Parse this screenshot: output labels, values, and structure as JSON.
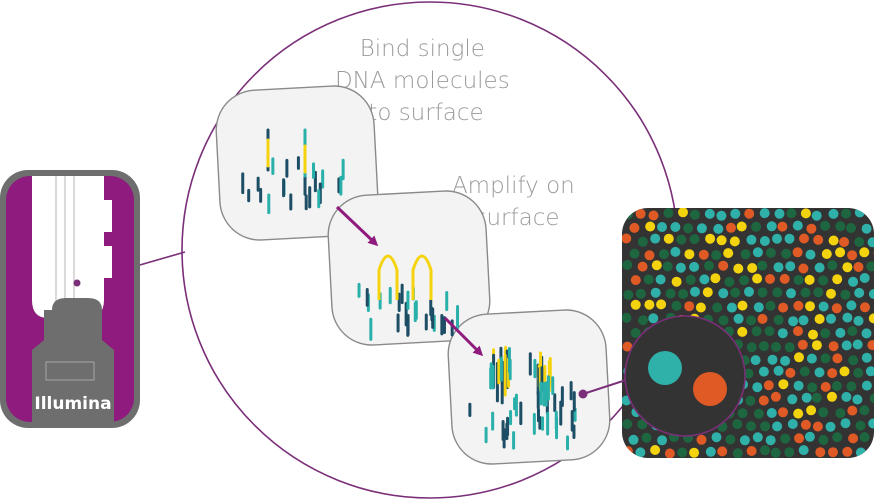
{
  "steps": {
    "bind": {
      "line1": "Bind single",
      "line2": "DNA molecules",
      "line3": "to surface"
    },
    "amplify": {
      "line1": "Amplify on",
      "line2": "surface"
    }
  },
  "device": {
    "brand_label": "Illumina"
  },
  "colors": {
    "device_purple": "#8e1b7d",
    "device_grey": "#6e6e6e",
    "circle_outline": "#7a2f78",
    "arrow_purple": "#8e1b7d",
    "flowcell_dark": "#333333",
    "strand_dark": "#1d4e66",
    "strand_teal": "#2ab0aa",
    "strand_yellow": "#f5d40f",
    "spot_green": "#1e6640",
    "spot_teal": "#2fb0a8",
    "spot_yellow": "#f3d20e",
    "spot_orange": "#e05a26",
    "panel_fill": "#f3f3f3",
    "panel_stroke": "#8a8a8a"
  }
}
